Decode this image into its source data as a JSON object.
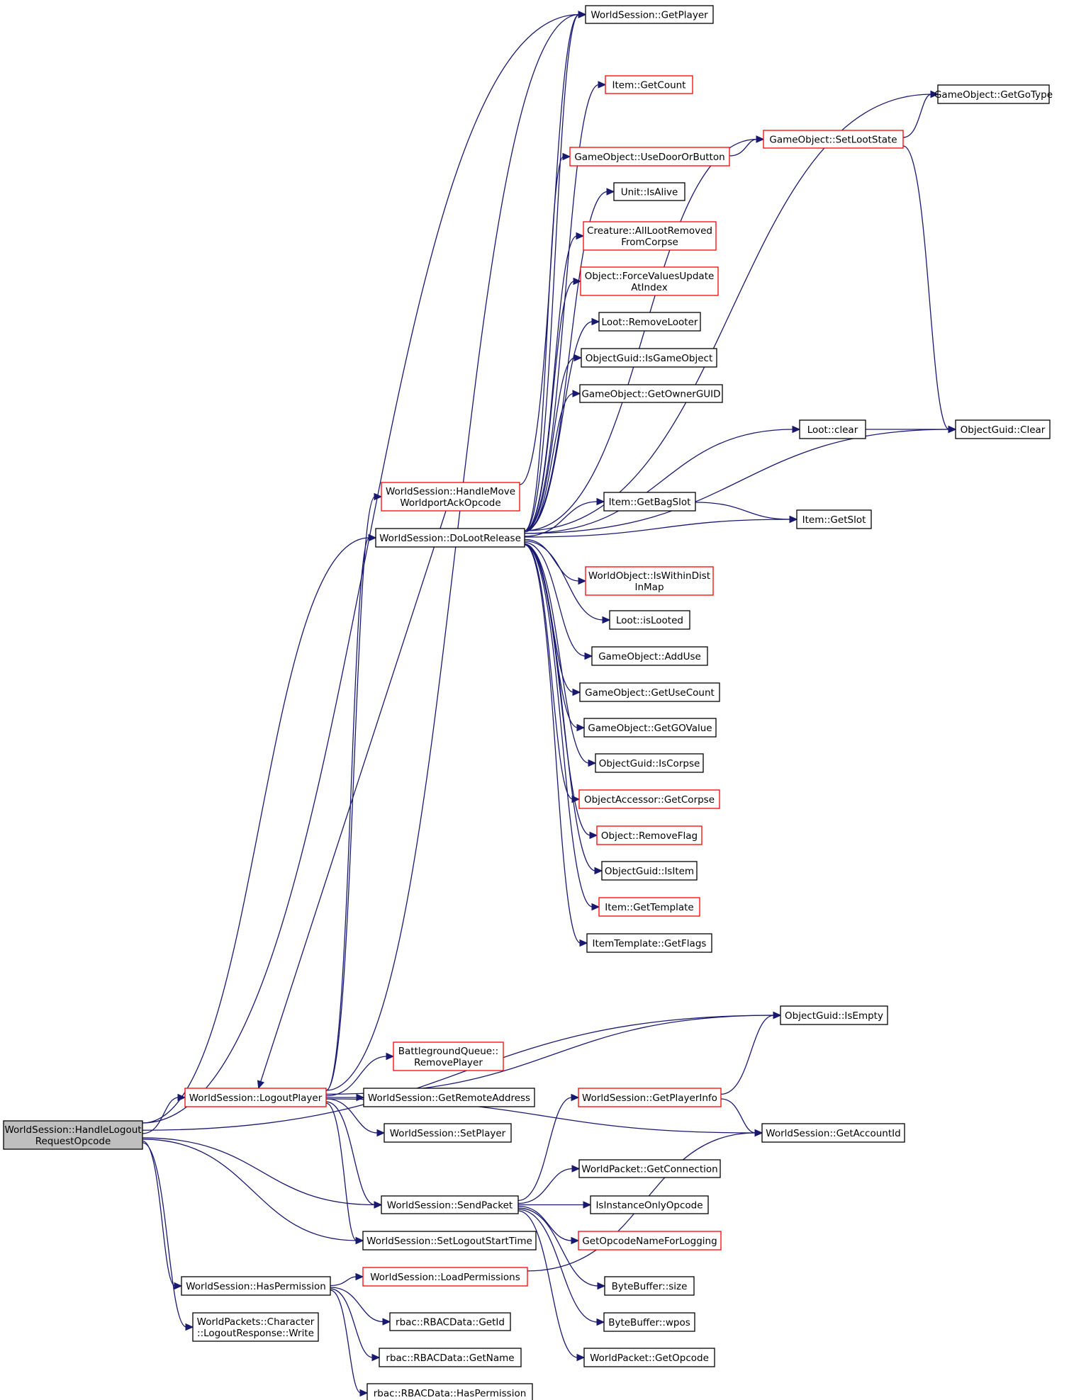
{
  "nodes": [
    {
      "id": "root",
      "lines": [
        "WorldSession::HandleLogout",
        "RequestOpcode"
      ],
      "style": "root"
    },
    {
      "id": "getPlayer",
      "lines": [
        "WorldSession::GetPlayer"
      ],
      "style": "normal"
    },
    {
      "id": "goGetGoType",
      "lines": [
        "GameObject::GetGoType"
      ],
      "style": "normal"
    },
    {
      "id": "itemGetCount",
      "lines": [
        "Item::GetCount"
      ],
      "style": "red"
    },
    {
      "id": "goSetLootState",
      "lines": [
        "GameObject::SetLootState"
      ],
      "style": "red"
    },
    {
      "id": "goUseDoorOrButton",
      "lines": [
        "GameObject::UseDoorOrButton"
      ],
      "style": "red"
    },
    {
      "id": "unitIsAlive",
      "lines": [
        "Unit::IsAlive"
      ],
      "style": "normal"
    },
    {
      "id": "creatureAllLoot",
      "lines": [
        "Creature::AllLootRemoved",
        "FromCorpse"
      ],
      "style": "red"
    },
    {
      "id": "objForceValues",
      "lines": [
        "Object::ForceValuesUpdate",
        "AtIndex"
      ],
      "style": "red"
    },
    {
      "id": "lootRemoveLooter",
      "lines": [
        "Loot::RemoveLooter"
      ],
      "style": "normal"
    },
    {
      "id": "guidIsGameObject",
      "lines": [
        "ObjectGuid::IsGameObject"
      ],
      "style": "normal"
    },
    {
      "id": "goGetOwnerGUID",
      "lines": [
        "GameObject::GetOwnerGUID"
      ],
      "style": "normal"
    },
    {
      "id": "lootClear",
      "lines": [
        "Loot::clear"
      ],
      "style": "normal"
    },
    {
      "id": "guidClear",
      "lines": [
        "ObjectGuid::Clear"
      ],
      "style": "normal"
    },
    {
      "id": "handleMove",
      "lines": [
        "WorldSession::HandleMove",
        "WorldportAckOpcode"
      ],
      "style": "red"
    },
    {
      "id": "itemGetBagSlot",
      "lines": [
        "Item::GetBagSlot"
      ],
      "style": "normal"
    },
    {
      "id": "doLootRelease",
      "lines": [
        "WorldSession::DoLootRelease"
      ],
      "style": "normal"
    },
    {
      "id": "itemGetSlot",
      "lines": [
        "Item::GetSlot"
      ],
      "style": "normal"
    },
    {
      "id": "woIsWithinDist",
      "lines": [
        "WorldObject::IsWithinDist",
        "InMap"
      ],
      "style": "red"
    },
    {
      "id": "lootIsLooted",
      "lines": [
        "Loot::isLooted"
      ],
      "style": "normal"
    },
    {
      "id": "goAddUse",
      "lines": [
        "GameObject::AddUse"
      ],
      "style": "normal"
    },
    {
      "id": "goGetUseCount",
      "lines": [
        "GameObject::GetUseCount"
      ],
      "style": "normal"
    },
    {
      "id": "goGetGOValue",
      "lines": [
        "GameObject::GetGOValue"
      ],
      "style": "normal"
    },
    {
      "id": "guidIsCorpse",
      "lines": [
        "ObjectGuid::IsCorpse"
      ],
      "style": "normal"
    },
    {
      "id": "oaGetCorpse",
      "lines": [
        "ObjectAccessor::GetCorpse"
      ],
      "style": "red"
    },
    {
      "id": "objRemoveFlag",
      "lines": [
        "Object::RemoveFlag"
      ],
      "style": "red"
    },
    {
      "id": "guidIsItem",
      "lines": [
        "ObjectGuid::IsItem"
      ],
      "style": "normal"
    },
    {
      "id": "itemGetTemplate",
      "lines": [
        "Item::GetTemplate"
      ],
      "style": "red"
    },
    {
      "id": "itGetFlags",
      "lines": [
        "ItemTemplate::GetFlags"
      ],
      "style": "normal"
    },
    {
      "id": "guidIsEmpty",
      "lines": [
        "ObjectGuid::IsEmpty"
      ],
      "style": "normal"
    },
    {
      "id": "bgqRemovePlayer",
      "lines": [
        "BattlegroundQueue::",
        "RemovePlayer"
      ],
      "style": "red"
    },
    {
      "id": "logoutPlayer",
      "lines": [
        "WorldSession::LogoutPlayer"
      ],
      "style": "red"
    },
    {
      "id": "getRemoteAddress",
      "lines": [
        "WorldSession::GetRemoteAddress"
      ],
      "style": "normal"
    },
    {
      "id": "getPlayerInfo",
      "lines": [
        "WorldSession::GetPlayerInfo"
      ],
      "style": "red"
    },
    {
      "id": "setPlayer",
      "lines": [
        "WorldSession::SetPlayer"
      ],
      "style": "normal"
    },
    {
      "id": "getAccountId",
      "lines": [
        "WorldSession::GetAccountId"
      ],
      "style": "normal"
    },
    {
      "id": "wpGetConnection",
      "lines": [
        "WorldPacket::GetConnection"
      ],
      "style": "normal"
    },
    {
      "id": "sendPacket",
      "lines": [
        "WorldSession::SendPacket"
      ],
      "style": "normal"
    },
    {
      "id": "isInstanceOnly",
      "lines": [
        "IsInstanceOnlyOpcode"
      ],
      "style": "normal"
    },
    {
      "id": "setLogoutStartTime",
      "lines": [
        "WorldSession::SetLogoutStartTime"
      ],
      "style": "normal"
    },
    {
      "id": "getOpcodeName",
      "lines": [
        "GetOpcodeNameForLogging"
      ],
      "style": "red"
    },
    {
      "id": "loadPermissions",
      "lines": [
        "WorldSession::LoadPermissions"
      ],
      "style": "red"
    },
    {
      "id": "hasPermission",
      "lines": [
        "WorldSession::HasPermission"
      ],
      "style": "normal"
    },
    {
      "id": "bbSize",
      "lines": [
        "ByteBuffer::size"
      ],
      "style": "normal"
    },
    {
      "id": "rbacGetId",
      "lines": [
        "rbac::RBACData::GetId"
      ],
      "style": "normal"
    },
    {
      "id": "bbWpos",
      "lines": [
        "ByteBuffer::wpos"
      ],
      "style": "normal"
    },
    {
      "id": "logoutResponseWrite",
      "lines": [
        "WorldPackets::Character",
        "::LogoutResponse::Write"
      ],
      "style": "normal"
    },
    {
      "id": "rbacGetName",
      "lines": [
        "rbac::RBACData::GetName"
      ],
      "style": "normal"
    },
    {
      "id": "wpGetOpcode",
      "lines": [
        "WorldPacket::GetOpcode"
      ],
      "style": "normal"
    },
    {
      "id": "rbacHasPermission",
      "lines": [
        "rbac::RBACData::HasPermission"
      ],
      "style": "normal"
    }
  ],
  "edges": [
    [
      "root",
      "getPlayer"
    ],
    [
      "root",
      "doLootRelease"
    ],
    [
      "root",
      "guidIsEmpty"
    ],
    [
      "root",
      "logoutPlayer"
    ],
    [
      "root",
      "sendPacket"
    ],
    [
      "root",
      "setLogoutStartTime"
    ],
    [
      "root",
      "hasPermission"
    ],
    [
      "root",
      "logoutResponseWrite"
    ],
    [
      "handleMove",
      "getPlayer"
    ],
    [
      "handleMove",
      "logoutPlayer"
    ],
    [
      "doLootRelease",
      "getPlayer"
    ],
    [
      "doLootRelease",
      "goGetGoType"
    ],
    [
      "doLootRelease",
      "itemGetCount"
    ],
    [
      "doLootRelease",
      "goSetLootState"
    ],
    [
      "doLootRelease",
      "goUseDoorOrButton"
    ],
    [
      "doLootRelease",
      "unitIsAlive"
    ],
    [
      "doLootRelease",
      "creatureAllLoot"
    ],
    [
      "doLootRelease",
      "objForceValues"
    ],
    [
      "doLootRelease",
      "lootRemoveLooter"
    ],
    [
      "doLootRelease",
      "guidIsGameObject"
    ],
    [
      "doLootRelease",
      "goGetOwnerGUID"
    ],
    [
      "doLootRelease",
      "lootClear"
    ],
    [
      "doLootRelease",
      "guidClear"
    ],
    [
      "doLootRelease",
      "itemGetBagSlot"
    ],
    [
      "doLootRelease",
      "itemGetSlot"
    ],
    [
      "doLootRelease",
      "woIsWithinDist"
    ],
    [
      "doLootRelease",
      "lootIsLooted"
    ],
    [
      "doLootRelease",
      "goAddUse"
    ],
    [
      "doLootRelease",
      "goGetUseCount"
    ],
    [
      "doLootRelease",
      "goGetGOValue"
    ],
    [
      "doLootRelease",
      "guidIsCorpse"
    ],
    [
      "doLootRelease",
      "oaGetCorpse"
    ],
    [
      "doLootRelease",
      "objRemoveFlag"
    ],
    [
      "doLootRelease",
      "guidIsItem"
    ],
    [
      "doLootRelease",
      "itemGetTemplate"
    ],
    [
      "doLootRelease",
      "itGetFlags"
    ],
    [
      "goUseDoorOrButton",
      "goSetLootState"
    ],
    [
      "goSetLootState",
      "goGetGoType"
    ],
    [
      "goSetLootState",
      "guidClear"
    ],
    [
      "lootClear",
      "guidClear"
    ],
    [
      "itemGetBagSlot",
      "itemGetSlot"
    ],
    [
      "logoutPlayer",
      "getPlayer"
    ],
    [
      "logoutPlayer",
      "handleMove"
    ],
    [
      "logoutPlayer",
      "doLootRelease"
    ],
    [
      "logoutPlayer",
      "guidIsEmpty"
    ],
    [
      "logoutPlayer",
      "bgqRemovePlayer"
    ],
    [
      "logoutPlayer",
      "getRemoteAddress"
    ],
    [
      "logoutPlayer",
      "setPlayer"
    ],
    [
      "logoutPlayer",
      "getAccountId"
    ],
    [
      "logoutPlayer",
      "sendPacket"
    ],
    [
      "logoutPlayer",
      "setLogoutStartTime"
    ],
    [
      "getPlayerInfo",
      "guidIsEmpty"
    ],
    [
      "getPlayerInfo",
      "getAccountId"
    ],
    [
      "sendPacket",
      "getPlayerInfo"
    ],
    [
      "sendPacket",
      "wpGetConnection"
    ],
    [
      "sendPacket",
      "isInstanceOnly"
    ],
    [
      "sendPacket",
      "getOpcodeName"
    ],
    [
      "sendPacket",
      "bbSize"
    ],
    [
      "sendPacket",
      "bbWpos"
    ],
    [
      "sendPacket",
      "wpGetOpcode"
    ],
    [
      "hasPermission",
      "loadPermissions"
    ],
    [
      "hasPermission",
      "rbacGetId"
    ],
    [
      "hasPermission",
      "rbacGetName"
    ],
    [
      "hasPermission",
      "rbacHasPermission"
    ],
    [
      "loadPermissions",
      "getAccountId"
    ]
  ]
}
